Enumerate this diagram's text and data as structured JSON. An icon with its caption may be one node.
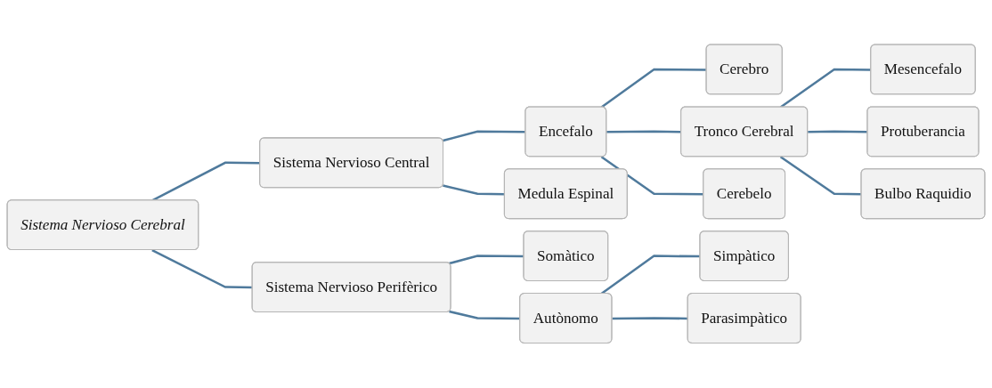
{
  "diagram": {
    "nodes": [
      {
        "text": [
          "Sistema Nervioso Cerebral"
        ]
      },
      {
        "text": [
          "Sistema Nervioso Central"
        ]
      },
      {
        "text": [
          "Encefalo"
        ]
      },
      {
        "text": [
          "Cerebro"
        ]
      },
      {
        "text": [
          "Tronco Cerebral"
        ]
      },
      {
        "text": [
          "Mesencefalo"
        ]
      },
      {
        "text": [
          "Protuberancia"
        ]
      },
      {
        "text": [
          "Bulbo Raquidio"
        ]
      },
      {
        "text": [
          "Cerebelo"
        ]
      },
      {
        "text": [
          "Medula Espinal"
        ]
      },
      {
        "text": [
          "Sistema Nervioso Perifèrico"
        ]
      },
      {
        "text": [
          "Somàtico"
        ]
      },
      {
        "text": [
          "Autònomo"
        ]
      },
      {
        "text": [
          "Simpàtico"
        ]
      },
      {
        "text": [
          "Parasimpàtico"
        ]
      }
    ],
    "edges": [
      {
        "from": 0,
        "to": 1,
        "arrow": "none"
      },
      {
        "from": 0,
        "to": 10,
        "arrow": "none"
      },
      {
        "from": 1,
        "to": 2,
        "arrow": "none"
      },
      {
        "from": 1,
        "to": 9,
        "arrow": "none"
      },
      {
        "from": 2,
        "to": 3,
        "arrow": "none"
      },
      {
        "from": 2,
        "to": 4,
        "arrow": "none"
      },
      {
        "from": 2,
        "to": 8,
        "arrow": "none"
      },
      {
        "from": 4,
        "to": 5,
        "arrow": "none"
      },
      {
        "from": 4,
        "to": 6,
        "arrow": "none"
      },
      {
        "from": 4,
        "to": 7,
        "arrow": "none"
      },
      {
        "from": 10,
        "to": 11,
        "arrow": "none"
      },
      {
        "from": 10,
        "to": 12,
        "arrow": "none"
      },
      {
        "from": 12,
        "to": 13,
        "arrow": "none"
      },
      {
        "from": 12,
        "to": 14,
        "arrow": "none"
      }
    ]
  }
}
